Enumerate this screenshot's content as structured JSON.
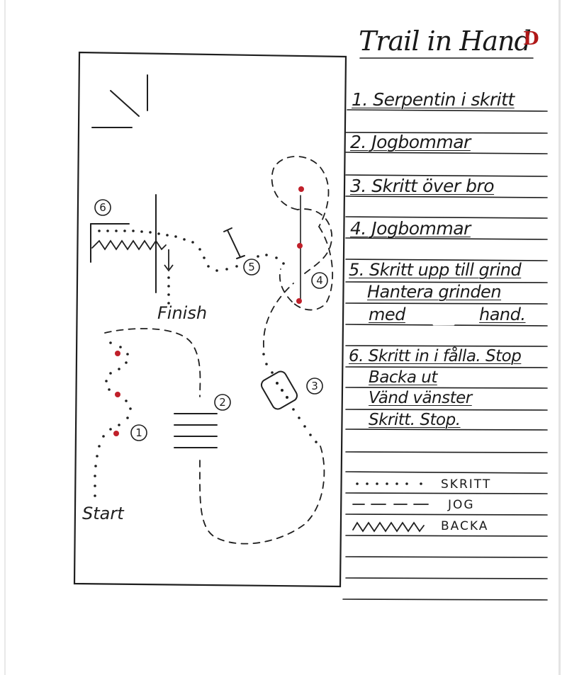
{
  "header": {
    "title": "Trail in Hand",
    "level": "D"
  },
  "instructions": [
    {
      "line1": "1. Serpentin i skritt"
    },
    {
      "line1": "2. Jogbommar"
    },
    {
      "line1": "3. Skritt över bro"
    },
    {
      "line1": "4. Jogbommar"
    },
    {
      "line1": "5. Skritt upp till grind",
      "line2": "Hantera grinden",
      "line3a": "med",
      "line3b": "hand."
    },
    {
      "line1": "6. Skritt in i fålla. Stop",
      "line2": "Backa ut",
      "line3": "Vänd vänster",
      "line4": "Skritt. Stop."
    }
  ],
  "legend": {
    "walk": "SKRITT",
    "jog": "JOG",
    "back": "BACKA"
  },
  "course": {
    "start_label": "Start",
    "finish_label": "Finish",
    "obstacle_numbers": [
      "1",
      "2",
      "3",
      "4",
      "5",
      "6"
    ],
    "marker_color": "#c0202a",
    "line_color": "#1f1f1f"
  }
}
